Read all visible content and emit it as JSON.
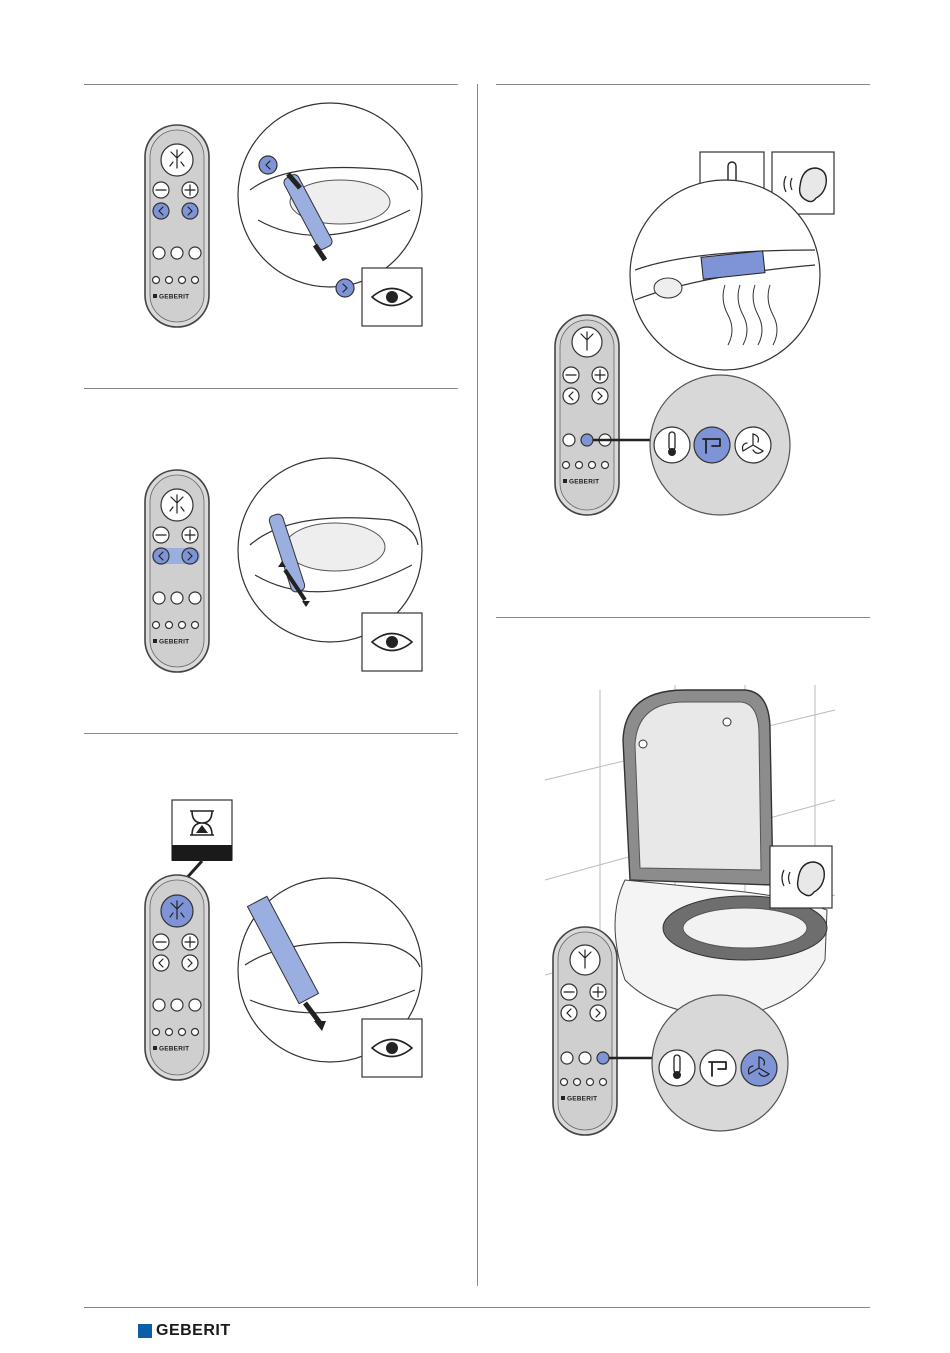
{
  "brand": {
    "name": "GEBERIT",
    "color": "#0a5fa8"
  },
  "remote": {
    "brand_label": "GEBERIT"
  },
  "colors": {
    "highlight": "#7f94d6",
    "rule": "#888888",
    "remote_body": "#dadada"
  },
  "icons": {
    "eye": "eye-icon",
    "hourglass": "hourglass-icon",
    "thermometer": "thermometer-icon",
    "ear": "ear-icon",
    "dryer": "dryer-icon",
    "fan": "fan-icon",
    "spray": "spray-icon"
  },
  "panels": [
    {
      "id": "step-1",
      "highlight": "arrow-left-and-right-buttons",
      "detail": "eye-icon"
    },
    {
      "id": "step-2",
      "highlight": "arrow-left-and-right-buttons",
      "detail": "eye-icon"
    },
    {
      "id": "step-3",
      "highlight": "shower-button",
      "detail": "hourglass-icon"
    },
    {
      "id": "step-4",
      "highlight": "dryer-button",
      "detail": "thermometer-icon"
    },
    {
      "id": "step-5",
      "highlight": "fan-button",
      "detail": "ear-icon"
    }
  ]
}
